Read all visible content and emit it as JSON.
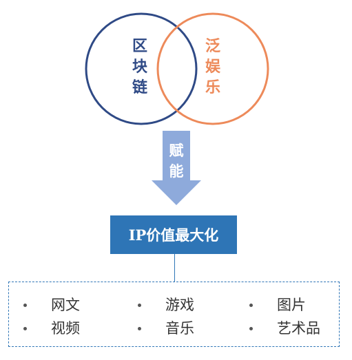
{
  "venn": {
    "left_label_chars": [
      "区",
      "块",
      "链"
    ],
    "right_label_chars": [
      "泛",
      "娱",
      "乐"
    ],
    "left_color": "#2f4a86",
    "right_color": "#ed8a5a"
  },
  "arrow": {
    "label_chars": [
      "赋",
      "能"
    ],
    "color": "#8eaadb"
  },
  "result_box": {
    "label": "IP价值最大化",
    "color": "#2e75b6"
  },
  "items": [
    {
      "label": "网文"
    },
    {
      "label": "游戏"
    },
    {
      "label": "图片"
    },
    {
      "label": "视频"
    },
    {
      "label": "音乐"
    },
    {
      "label": "艺术品"
    }
  ]
}
